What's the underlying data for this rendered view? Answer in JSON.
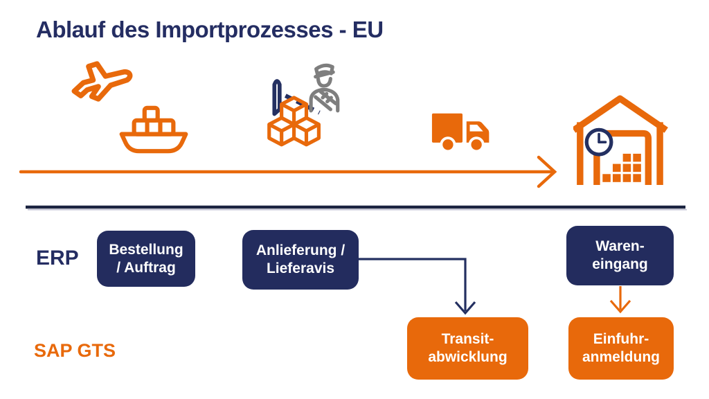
{
  "title": "Ablauf des Importprozesses - EU",
  "colors": {
    "navy": "#232C5E",
    "orange": "#E8690B",
    "officer_gray": "#7E7E7E",
    "divider_navy": "#1B2340",
    "box_text": "#FFFFFF",
    "background": "#FFFFFF"
  },
  "lanes": {
    "erp": "ERP",
    "sap_gts": "SAP GTS"
  },
  "icons": {
    "transport_air_sea": "airplane-and-container-ship",
    "customs_inspection": "customs-officer-inspecting-boxes",
    "road_transport": "delivery-truck",
    "goods_receipt": "warehouse-with-clock"
  },
  "boxes": {
    "bestellung": {
      "line1": "Bestellung",
      "line2": "/ Auftrag",
      "lane": "ERP"
    },
    "anlieferung": {
      "line1": "Anlieferung /",
      "line2": "Lieferavis",
      "lane": "ERP"
    },
    "wareneingang": {
      "line1": "Waren-",
      "line2": "eingang",
      "lane": "ERP"
    },
    "transit": {
      "line1": "Transit-",
      "line2": "abwicklung",
      "lane": "SAP GTS"
    },
    "einfuhr": {
      "line1": "Einfuhr-",
      "line2": "anmeldung",
      "lane": "SAP GTS"
    }
  },
  "connections": [
    {
      "from": "Anlieferung / Lieferavis",
      "to": "Transit-abwicklung",
      "color": "navy"
    },
    {
      "from": "Waren-eingang",
      "to": "Einfuhr-anmeldung",
      "color": "orange"
    }
  ]
}
